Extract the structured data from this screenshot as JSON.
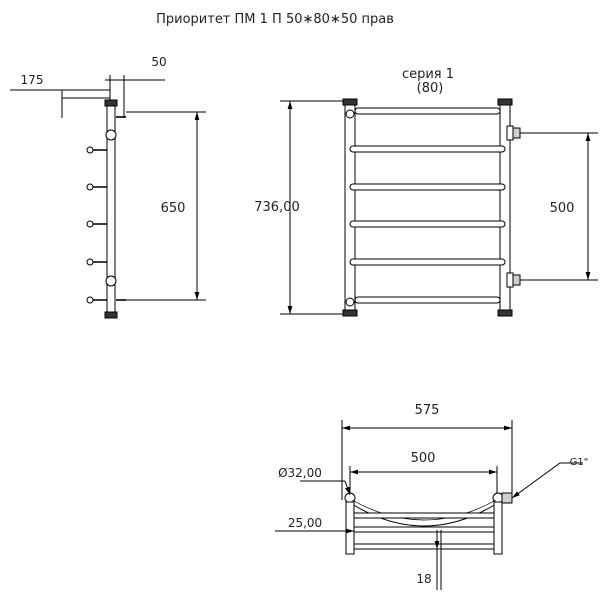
{
  "title": "Приоритет ПМ 1 П 50∗80∗50 прав",
  "series_label": "серия 1",
  "series_sub": "(80)",
  "side_view": {
    "dim_top_left": "175",
    "dim_top_right": "50",
    "dim_height": "650"
  },
  "front_view": {
    "dim_height": "736,00",
    "dim_connection": "500"
  },
  "top_view": {
    "dim_width": "575",
    "dim_inner": "500",
    "dim_pipe_diameter": "Ø32,00",
    "dim_offset": "25,00",
    "dim_bar": "18",
    "thread": "G1\""
  }
}
